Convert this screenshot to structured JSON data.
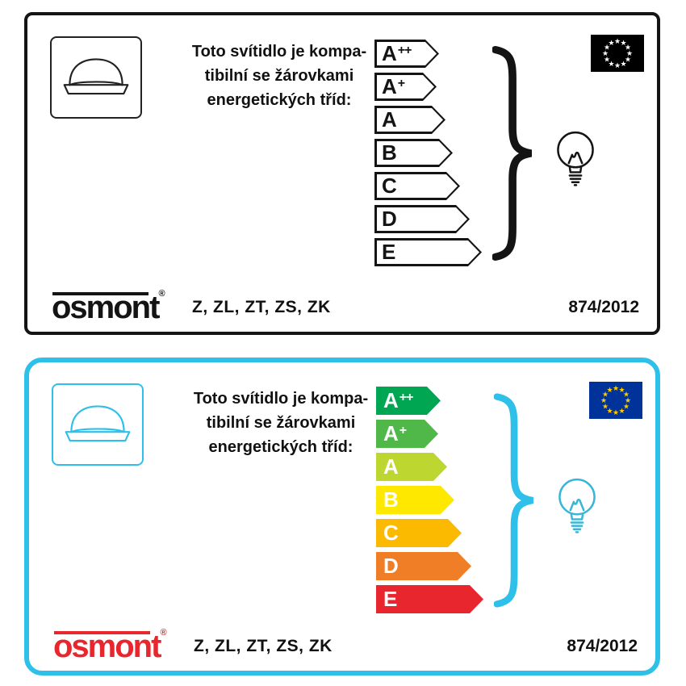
{
  "panels": [
    {
      "name": "monochrome-label",
      "text_lines": [
        "Toto svítidlo je kompa-",
        "tibilní se žárovkami",
        "energetických tříd:"
      ],
      "brand": "osmont",
      "reg_mark": "®",
      "brand_color": "#141414",
      "models": "Z, ZL, ZT, ZS, ZK",
      "regulation": "874/2012",
      "accent": "#141414",
      "flag": {
        "background": "#000000",
        "star_color": "#ffffff"
      },
      "classes": [
        {
          "label": "A",
          "sup": "++",
          "color": "#ffffff"
        },
        {
          "label": "A",
          "sup": "+",
          "color": "#ffffff"
        },
        {
          "label": "A",
          "sup": "",
          "color": "#ffffff"
        },
        {
          "label": "B",
          "sup": "",
          "color": "#ffffff"
        },
        {
          "label": "C",
          "sup": "",
          "color": "#ffffff"
        },
        {
          "label": "D",
          "sup": "",
          "color": "#ffffff"
        },
        {
          "label": "E",
          "sup": "",
          "color": "#ffffff"
        }
      ]
    },
    {
      "name": "color-label",
      "text_lines": [
        "Toto svítidlo je kompa-",
        "tibilní se žárovkami",
        "energetických tříd:"
      ],
      "brand": "osmont",
      "reg_mark": "®",
      "brand_color": "#e8262d",
      "models": "Z, ZL, ZT, ZS, ZK",
      "regulation": "874/2012",
      "accent": "#2fc0ea",
      "flag": {
        "background": "#003399",
        "star_color": "#ffcc00"
      },
      "classes": [
        {
          "label": "A",
          "sup": "++",
          "color": "#00a651"
        },
        {
          "label": "A",
          "sup": "+",
          "color": "#50b848"
        },
        {
          "label": "A",
          "sup": "",
          "color": "#bed630"
        },
        {
          "label": "B",
          "sup": "",
          "color": "#ffe800"
        },
        {
          "label": "C",
          "sup": "",
          "color": "#fbba00"
        },
        {
          "label": "D",
          "sup": "",
          "color": "#f07e26"
        },
        {
          "label": "E",
          "sup": "",
          "color": "#e8262d"
        }
      ]
    }
  ],
  "icons": {
    "lamp": "ceiling-lamp-icon",
    "bulb": "light-bulb-icon",
    "brace": "curly-brace-icon",
    "eu_flag": "eu-flag-icon",
    "star_glyph": "★"
  }
}
